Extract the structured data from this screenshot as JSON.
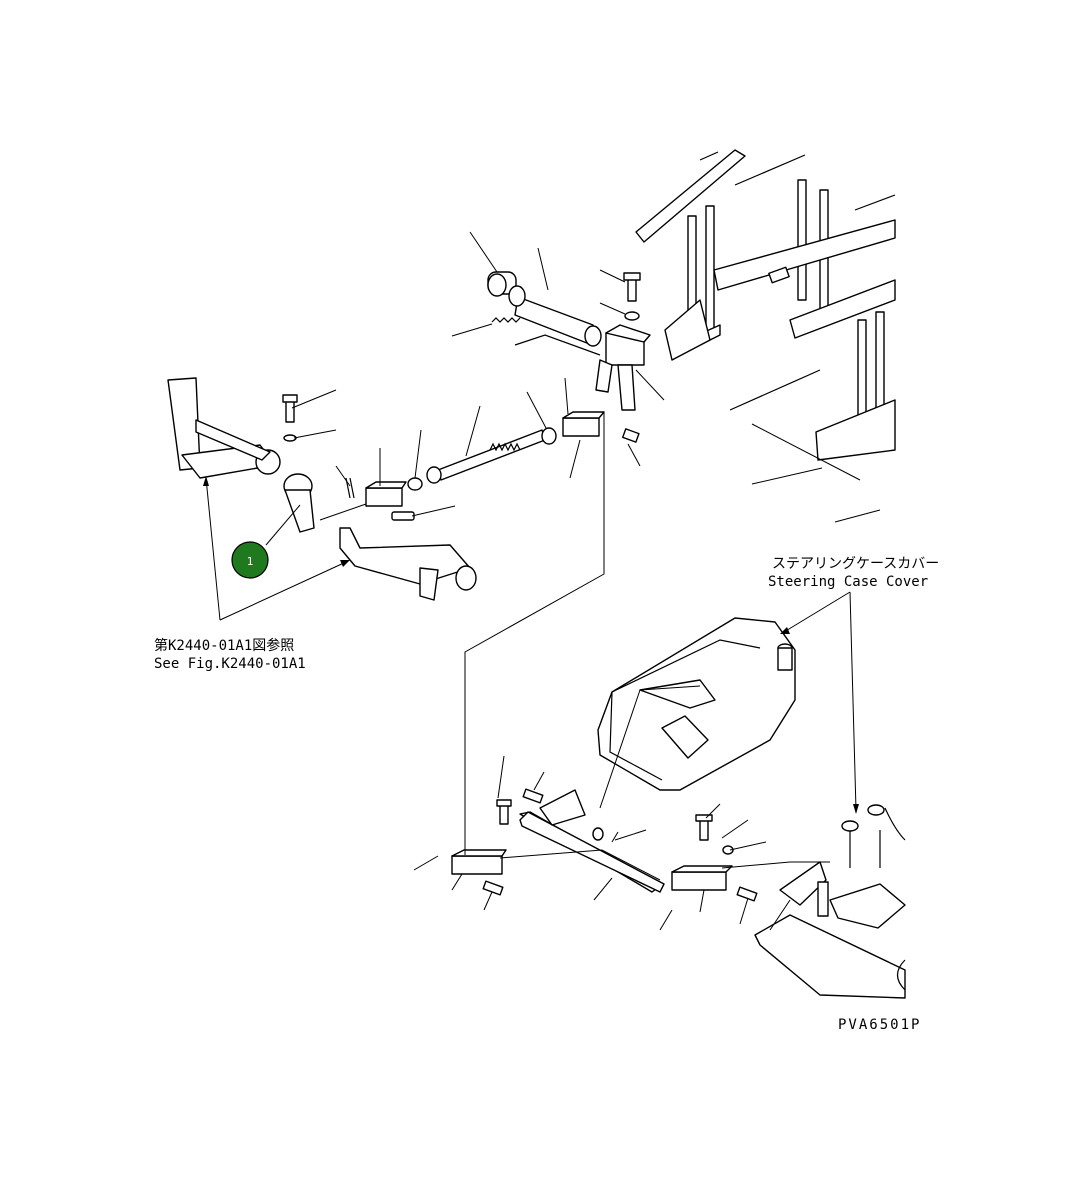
{
  "callout": {
    "number": "1",
    "color": "#1f7a1f"
  },
  "reference": {
    "jp": "第K2440-01A1図参照",
    "en": "See Fig.K2440-01A1"
  },
  "steering_cover": {
    "jp": "ステアリングケースカバー",
    "en": "Steering Case Cover"
  },
  "drawing_code": "PVA6501P"
}
